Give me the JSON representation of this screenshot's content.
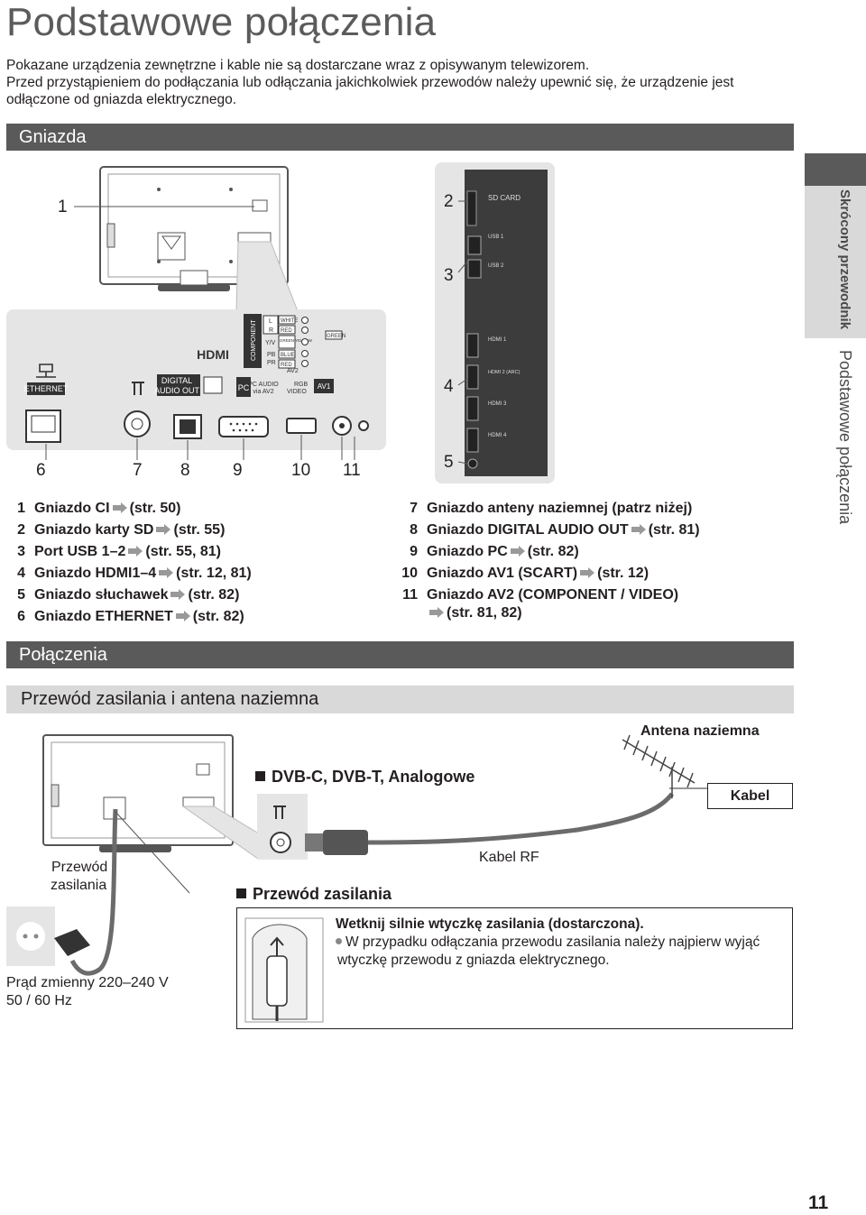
{
  "page": {
    "title": "Podstawowe połączenia",
    "intro_line1": "Pokazane urządzenia zewnętrzne i kable nie są dostarczane wraz z opisywanym telewizorem.",
    "intro_line2": "Przed przystąpieniem do podłączania lub odłączania jakichkolwiek przewodów należy upewnić się, że urządzenie jest odłączone od gniazda elektrycznego.",
    "page_number": "11"
  },
  "side": {
    "tab1": "Skrócony przewodnik",
    "tab2": "Podstawowe połączenia"
  },
  "sections": {
    "gniazda": "Gniazda",
    "polaczenia": "Połączenia",
    "przewod_antena": "Przewód zasilania i antena naziemna"
  },
  "diagram_numbers": {
    "n1": "1",
    "n2": "2",
    "n3": "3",
    "n4": "4",
    "n5": "5",
    "n6": "6",
    "n7": "7",
    "n8": "8",
    "n9": "9",
    "n10": "10",
    "n11": "11"
  },
  "panel_labels": {
    "ethernet": "ETHERNET",
    "digital": "DIGITAL",
    "audio_out": "AUDIO OUT",
    "hdmi": "HDMI",
    "pc": "PC",
    "pc_audio": "PC AUDIO",
    "via_av2": "via AV2",
    "rgb": "RGB",
    "video": "VIDEO",
    "av1": "AV1",
    "av2": "AV2",
    "component": "COMPONENT",
    "video_v": "VIDEO",
    "audio_l": "L",
    "audio_r": "R",
    "white": "WHITE",
    "red": "RED",
    "green_yellow": "GREEN YELLOW",
    "blue": "BLUE",
    "red2": "RED",
    "green": "GREEN",
    "yv": "Y/V",
    "pb": "PB",
    "pr": "PR",
    "sd_card": "SD CARD",
    "usb1": "USB 1",
    "usb2": "USB 2",
    "hdmi1": "HDMI 1",
    "hdmi2": "HDMI 2 (ARC)",
    "hdmi3": "HDMI 3",
    "hdmi4": "HDMI 4"
  },
  "legend_left": [
    {
      "n": "1",
      "text": "Gniazdo CI",
      "ref": "(str. 50)"
    },
    {
      "n": "2",
      "text": "Gniazdo karty SD",
      "ref": "(str. 55)"
    },
    {
      "n": "3",
      "text": "Port USB 1–2",
      "ref": "(str. 55, 81)"
    },
    {
      "n": "4",
      "text": "Gniazdo HDMI1–4",
      "ref": "(str. 12, 81)"
    },
    {
      "n": "5",
      "text": "Gniazdo słuchawek",
      "ref": "(str. 82)"
    },
    {
      "n": "6",
      "text": "Gniazdo ETHERNET",
      "ref": "(str. 82)"
    }
  ],
  "legend_right": [
    {
      "n": "7",
      "text": "Gniazdo anteny naziemnej (patrz niżej)",
      "ref": ""
    },
    {
      "n": "8",
      "text": "Gniazdo DIGITAL AUDIO OUT",
      "ref": "(str. 81)"
    },
    {
      "n": "9",
      "text": "Gniazdo PC",
      "ref": "(str. 82)"
    },
    {
      "n": "10",
      "text": "Gniazdo AV1 (SCART)",
      "ref": "(str. 12)"
    },
    {
      "n": "11",
      "text": "Gniazdo AV2 (COMPONENT / VIDEO)",
      "ref": "(str. 81, 82)"
    }
  ],
  "connection": {
    "antena": "Antena naziemna",
    "dvb": "DVB-C, DVB-T, Analogowe",
    "kabel": "Kabel",
    "kabel_rf": "Kabel RF",
    "przewod_l1": "Przewód",
    "przewod_l2": "zasilania",
    "prad_l1": "Prąd zmienny 220–240 V",
    "prad_l2": "50 / 60 Hz",
    "przewod_heading": "Przewód zasilania",
    "power_bold": "Wetknij silnie wtyczkę zasilania (dostarczona).",
    "power_line1": "W przypadku odłączania przewodu zasilania należy najpierw wyjąć",
    "power_line2": "wtyczkę przewodu z gniazda elektrycznego."
  }
}
